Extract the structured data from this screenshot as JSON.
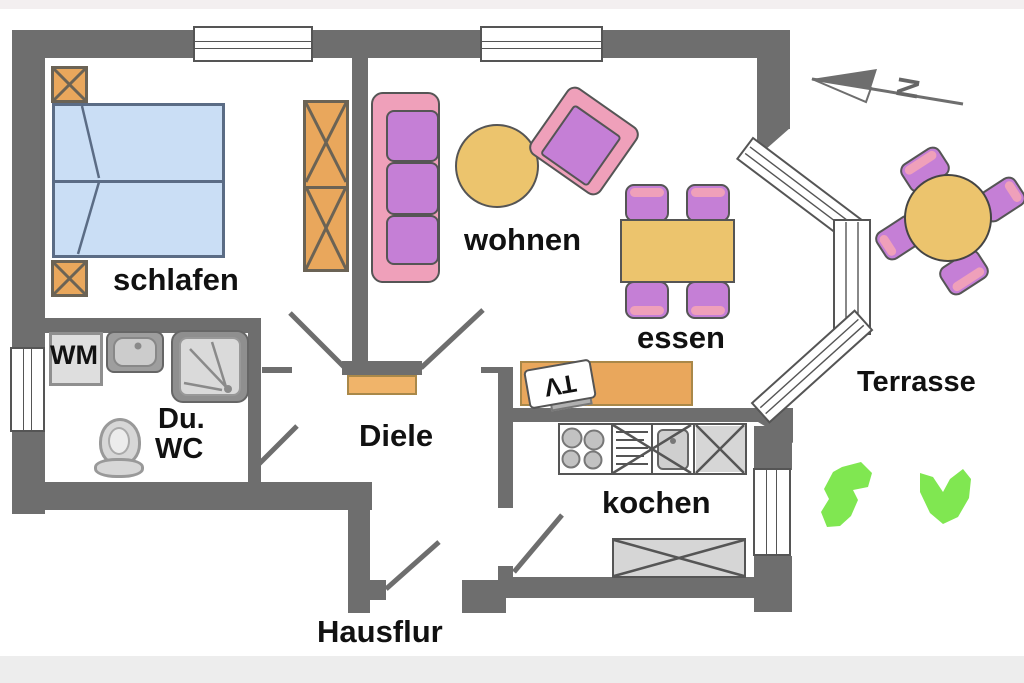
{
  "rooms": {
    "schlafen": "schlafen",
    "wohnen": "wohnen",
    "essen": "essen",
    "diele": "Diele",
    "dusche_wc_line1": "Du.",
    "dusche_wc_line2": "WC",
    "kochen": "kochen",
    "hausflur": "Hausflur",
    "terrasse": "Terrasse"
  },
  "labels": {
    "washing_machine": "WM",
    "tv": "TV",
    "north": "N"
  },
  "colors": {
    "wall": "#6e6e6e",
    "furniture_outline": "#555555",
    "wood_orange": "#e9a75c",
    "doormat_orange": "#f0b46a",
    "seat_purple": "#c57fd6",
    "seat_pink": "#efa0ba",
    "table_yellow": "#ecc46d",
    "bed_blue": "#cadef5",
    "bed_outline": "#5b6c85",
    "plant_green": "#80e751",
    "appliance_light": "#dedede",
    "appliance_mid": "#bcbcbc",
    "appliance_dark": "#8f8f8f",
    "counter_gray": "#d6d6d6",
    "label_black": "#111111"
  }
}
